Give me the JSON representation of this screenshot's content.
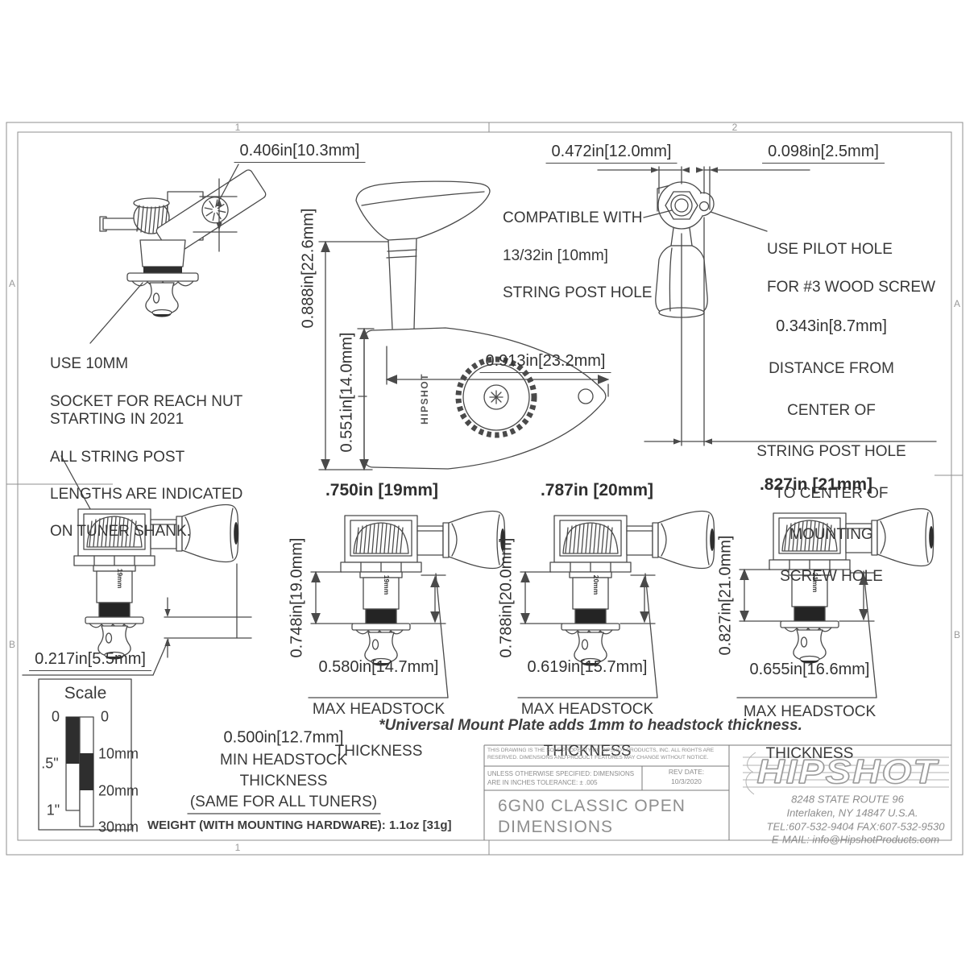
{
  "frame": {
    "z_top1": "1",
    "z_top2": "2",
    "z_bottom1": "1",
    "z_left_a": "A",
    "z_left_b": "B",
    "z_right_a": "A",
    "z_right_b": "B"
  },
  "views": {
    "top_left": {
      "dim_key": "0.406in[10.3mm]",
      "socket1": "USE 10MM",
      "socket2": "SOCKET FOR REACH NUT",
      "note2021_1": "STARTING IN 2021",
      "note2021_2": "ALL STRING POST",
      "note2021_3": "LENGTHS ARE INDICATED",
      "note2021_4": "ON TUNER SHANK."
    },
    "side": {
      "dim_total": "0.888in[22.6mm]",
      "dim_housing": "0.551in[14.0mm]",
      "dim_width": "0.913in[23.2mm]",
      "housing_logo": "HIPSHOT"
    },
    "front": {
      "dim_offset": "0.472in[12.0mm]",
      "dim_pilot_offset": "0.098in[2.5mm]",
      "compat1": "COMPATIBLE WITH",
      "compat2": "13/32in [10mm]",
      "compat3": "STRING POST HOLE",
      "pilot1": "USE PILOT HOLE",
      "pilot2": "FOR #3 WOOD SCREW",
      "dim_screw": "0.343in[8.7mm]",
      "dist1": "DISTANCE FROM",
      "dist2": "CENTER OF",
      "dist3": "STRING POST HOLE",
      "dist4": "TO CENTER OF",
      "dist5": "MOUNTING",
      "dist6": "SCREW HOLE"
    }
  },
  "tuners": [
    {
      "shank_mark": "19mm",
      "dim_pearl": "0.217in[5.5mm]"
    },
    {
      "post_length": ".750in [19mm]",
      "dim_post": "0.748in[19.0mm]",
      "dim_max": "0.580in[14.7mm]",
      "max1": "MAX HEADSTOCK",
      "max2": "THICKNESS",
      "shank_mark": "19mm"
    },
    {
      "post_length": ".787in [20mm]",
      "dim_post": "0.788in[20.0mm]",
      "dim_max": "0.619in[15.7mm]",
      "max1": "MAX HEADSTOCK",
      "max2": "THICKNESS",
      "shank_mark": "20mm"
    },
    {
      "post_length": ".827in [21mm]",
      "dim_post": "0.827in[21.0mm]",
      "dim_max": "0.655in[16.6mm]",
      "max1": "MAX HEADSTOCK",
      "max2": "THICKNESS",
      "shank_mark": "21mm"
    }
  ],
  "scale_box": {
    "title": "Scale",
    "in0": "0",
    "in_half": ".5\"",
    "in1": "1\"",
    "mm0": "0",
    "mm10": "10mm",
    "mm20": "20mm",
    "mm30": "30mm"
  },
  "footnotes": {
    "dim_min": "0.500in[12.7mm]",
    "min1": "MIN HEADSTOCK",
    "min2": "THICKNESS",
    "min3": "(SAME FOR ALL TUNERS)",
    "weight": "WEIGHT (WITH MOUNTING HARDWARE): 1.1oz [31g]",
    "universal": "*Universal Mount Plate adds 1mm to headstock thickness."
  },
  "title_block": {
    "property": "THIS DRAWING IS THE SOLE PROPERTY OF HIPSHOT PRODUCTS, INC. ALL RIGHTS ARE RESERVED. DIMENSIONS AND PRODUCT FEATURES MAY CHANGE WITHOUT NOTICE.",
    "tolerance": "UNLESS OTHERWISE SPECIFIED: DIMENSIONS ARE IN INCHES TOLERANCE: ± .005",
    "rev_label": "REV DATE:",
    "rev_date": "10/3/2020",
    "title1": "6GN0 CLASSIC OPEN",
    "title2": "DIMENSIONS",
    "logo": "HIPSHOT",
    "addr1": "8248 STATE ROUTE 96",
    "addr2": "Interlaken, NY 14847 U.S.A.",
    "addr3": "TEL:607-532-9404 FAX:607-532-9530",
    "addr4": "E-MAIL: info@HipshotProducts.com"
  }
}
